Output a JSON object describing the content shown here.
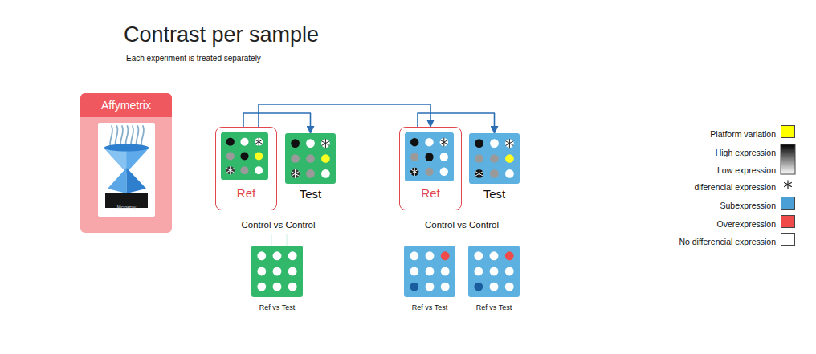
{
  "diagram": {
    "title": "Contrast per sample",
    "nodes": [
      {
        "text": [
          "Affymetrix"
        ]
      },
      {
        "text": [
          "Control vs Control"
        ]
      },
      {
        "text": [
          "Ref"
        ],
        "in": 1
      },
      {
        "text": [
          "Test"
        ],
        "in": 1
      },
      {
        "text": [
          "Ref vs Test"
        ],
        "in": 1
      },
      {
        "text": [
          "Control vs Control"
        ]
      },
      {
        "text": [
          "Ref"
        ],
        "in": 5
      },
      {
        "text": [
          "Test"
        ],
        "in": 5
      },
      {
        "text": [
          "Ref vs Test"
        ],
        "in": 5
      },
      {
        "text": [
          "Ref vs Test"
        ],
        "in": 5
      }
    ],
    "edges": [
      {
        "from": 2,
        "to": 3,
        "arrow": "to"
      },
      {
        "from": 2,
        "to": 6,
        "arrow": "to"
      },
      {
        "from": 6,
        "to": 7,
        "arrow": "to"
      }
    ],
    "labels": [
      "Each experiment is treated separately",
      "Microarray"
    ],
    "legend": [
      {
        "text": "Platform variation",
        "color": "#ffff00"
      },
      {
        "text": "High expression"
      },
      {
        "text": "Low expression"
      },
      {
        "text": "diferencial expression"
      },
      {
        "text": "Subexpression",
        "color": "#4a9fd6"
      },
      {
        "text": "Overexpression",
        "color": "#ef4b4b"
      },
      {
        "text": "No differencial expression",
        "color": "#ffffff"
      }
    ]
  }
}
